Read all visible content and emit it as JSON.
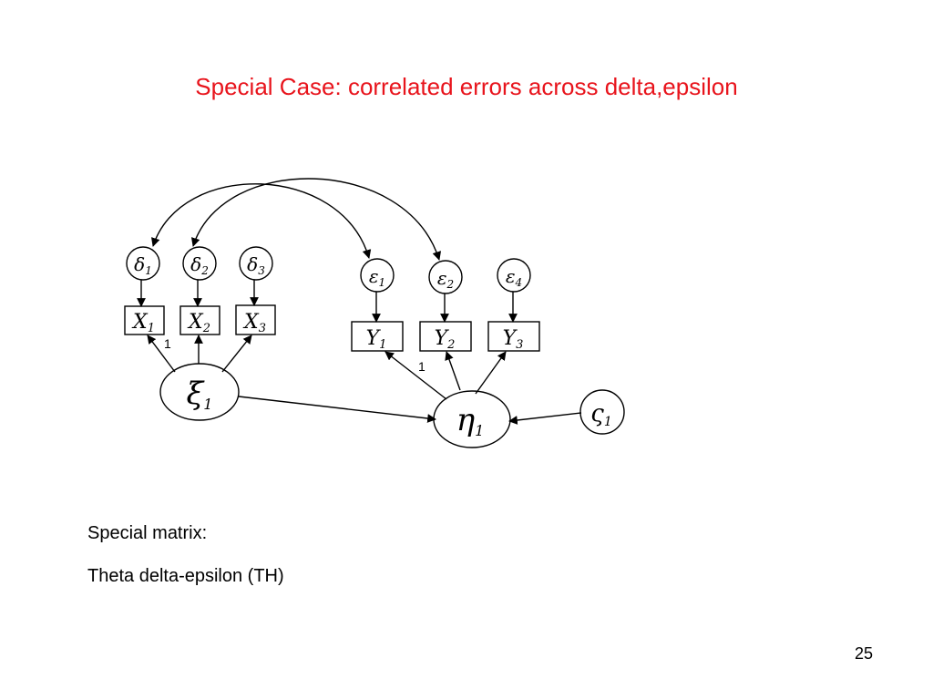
{
  "slide": {
    "title": "Special Case: correlated errors across delta,epsilon",
    "body": {
      "line1": "Special matrix:",
      "line2": "Theta delta-epsilon  (TH)"
    },
    "page_number": "25"
  },
  "diagram": {
    "error_delta": [
      {
        "sym": "δ",
        "sub": "1"
      },
      {
        "sym": "δ",
        "sub": "2"
      },
      {
        "sym": "δ",
        "sub": "3"
      }
    ],
    "error_epsilon": [
      {
        "sym": "ε",
        "sub": "1"
      },
      {
        "sym": "ε",
        "sub": "2"
      },
      {
        "sym": "ε",
        "sub": "4"
      }
    ],
    "x_indicators": [
      {
        "sym": "X",
        "sub": "1"
      },
      {
        "sym": "X",
        "sub": "2"
      },
      {
        "sym": "X",
        "sub": "3"
      }
    ],
    "y_indicators": [
      {
        "sym": "Y",
        "sub": "1"
      },
      {
        "sym": "Y",
        "sub": "2"
      },
      {
        "sym": "Y",
        "sub": "3"
      }
    ],
    "xi": {
      "sym": "ξ",
      "sub": "1"
    },
    "eta": {
      "sym": "η",
      "sub": "1"
    },
    "zeta": {
      "sym": "ς",
      "sub": "1"
    },
    "loading_fixed_x": "1",
    "loading_fixed_y": "1"
  },
  "colors": {
    "title": "#e8141c",
    "ink": "#000000"
  }
}
